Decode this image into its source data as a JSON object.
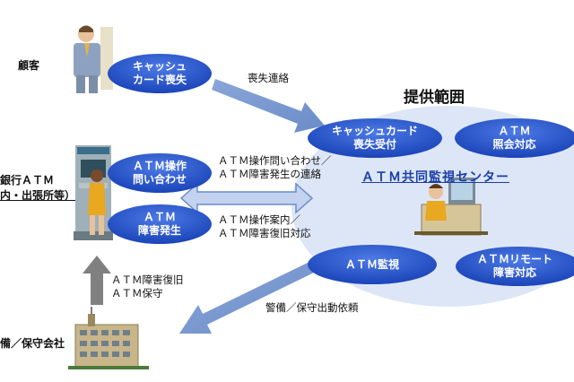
{
  "customer": {
    "label": "顧客"
  },
  "bank_atm": {
    "label_line1": "銀行ＡＴＭ",
    "label_line2": "内・出張所等）"
  },
  "security_company": {
    "label": "備／保守会社"
  },
  "scope": {
    "title": "提供範囲"
  },
  "center": {
    "title": "ＡＴＭ共同監視センター"
  },
  "bubbles": {
    "cash_card_loss": {
      "line1": "キャッシュ",
      "line2": "カード喪失"
    },
    "atm_operation_inquiry": {
      "line1": "ＡＴＭ操作",
      "line2": "問い合わせ"
    },
    "atm_failure": {
      "line1": "ＡＴＭ",
      "line2": "障害発生"
    },
    "card_loss_reception": {
      "line1": "キャッシュカード",
      "line2": "喪失受付"
    },
    "atm_inquiry_response": {
      "line1": "ＡＴＭ",
      "line2": "照会対応"
    },
    "atm_monitoring": {
      "line1": "ＡＴＭ監視"
    },
    "atm_remote_fault": {
      "line1": "ＡＴＭリモート",
      "line2": "障害対応"
    }
  },
  "messages": {
    "loss_contact": "喪失連絡",
    "inquiry_line1": "ＡＴＭ操作問い合わせ／",
    "inquiry_line2": "ＡＴＭ障害発生の連絡",
    "guidance_line1": "ＡＴＭ操作案内／",
    "guidance_line2": "ＡＴＭ障害復旧対応",
    "recovery_line1": "ＡＴＭ障害復旧",
    "recovery_line2": "ＡＴＭ保守",
    "dispatch_request": "警備／保守出動依頼"
  },
  "colors": {
    "bubble_fill": "#1e4fc9",
    "scope_ellipse": "#dde6f6",
    "arrow_blue": "#7d9bd0",
    "arrow_gray": "#808080",
    "center_title": "#1a3fa8"
  }
}
